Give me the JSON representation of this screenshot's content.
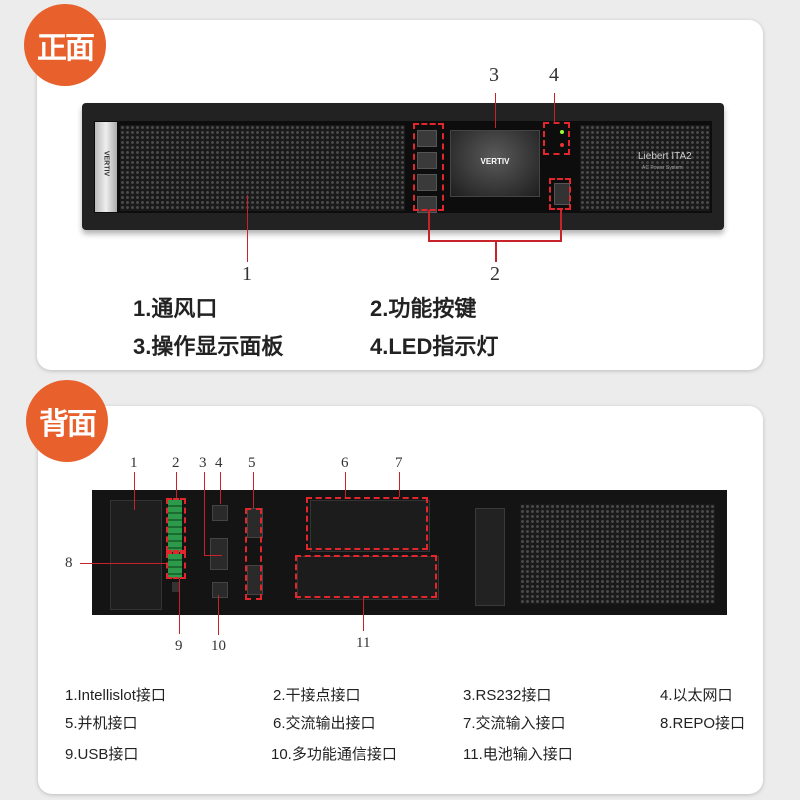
{
  "front": {
    "badge": "正面",
    "brand": "VERTIV",
    "model": "Liebert ITA2",
    "model_sub": "AC Power System",
    "callouts": [
      "1",
      "2",
      "3",
      "4"
    ],
    "legend": [
      "1.通风口",
      "2.功能按键",
      "3.操作显示面板",
      "4.LED指示灯"
    ]
  },
  "rear": {
    "badge": "背面",
    "callouts": [
      "1",
      "2",
      "3",
      "4",
      "5",
      "6",
      "7",
      "8",
      "9",
      "10",
      "11"
    ],
    "legend": [
      "1.Intellislot接口",
      "2.干接点接口",
      "3.RS232接口",
      "4.以太网口",
      "5.并机接口",
      "6.交流输出接口",
      "7.交流输入接口",
      "8.REPO接口",
      "9.USB接口",
      "10.多功能通信接口",
      "11.电池输入接口"
    ]
  },
  "colors": {
    "accent": "#e8602c",
    "callout_red": "#e3262b"
  }
}
